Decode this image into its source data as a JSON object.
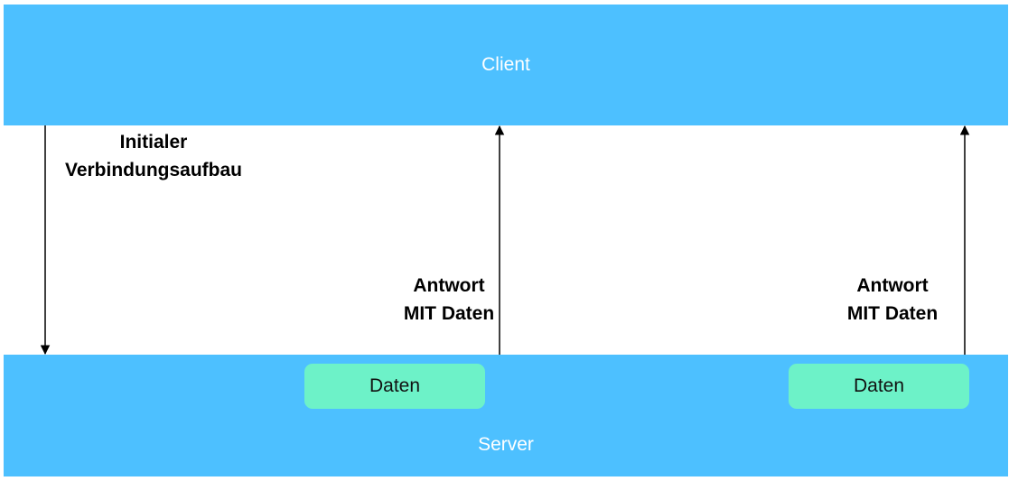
{
  "client": {
    "label": "Client"
  },
  "server": {
    "label": "Server",
    "data_boxes": [
      "Daten",
      "Daten"
    ]
  },
  "messages": {
    "initial": {
      "line1": "Initialer",
      "line2": "Verbindungsaufbau",
      "direction": "client-to-server"
    },
    "answer_1": {
      "line1": "Antwort",
      "line2": "MIT Daten",
      "direction": "server-to-client"
    },
    "answer_2": {
      "line1": "Antwort",
      "line2": "MIT Daten",
      "direction": "server-to-client"
    }
  },
  "colors": {
    "band": "#4dc0ff",
    "data_box": "#6df2c8",
    "arrow": "#000000",
    "band_text": "#ffffff"
  }
}
